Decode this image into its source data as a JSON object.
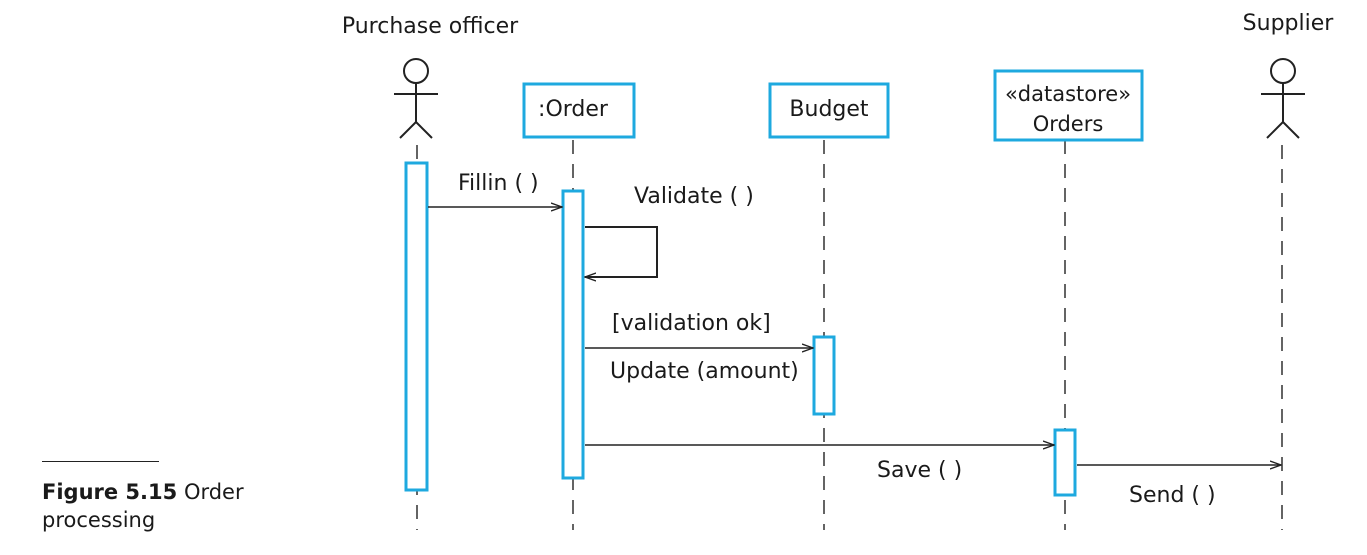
{
  "colors": {
    "accent": "#1ea9df",
    "line": "#222222",
    "text": "#1a1a1a"
  },
  "actors": {
    "purchase_officer": "Purchase officer",
    "supplier": "Supplier"
  },
  "objects": {
    "order": ":Order",
    "budget": "Budget",
    "datastore_stereotype": "«datastore»",
    "datastore_name": "Orders"
  },
  "messages": {
    "fillin": "Fillin ( )",
    "validate": "Validate ( )",
    "guard": "[validation ok]",
    "update": "Update (amount)",
    "save": "Save ( )",
    "send": "Send ( )"
  },
  "caption": {
    "number": "Figure 5.15",
    "text": "Order processing"
  }
}
